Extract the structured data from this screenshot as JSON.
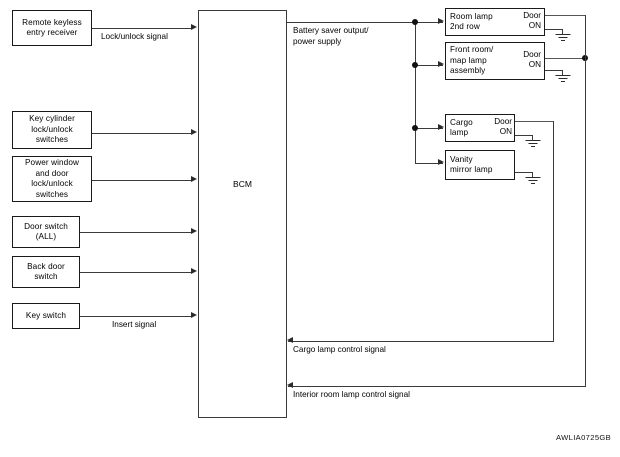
{
  "figure": {
    "code": "AWLIA0725GB",
    "controller": {
      "label": "BCM"
    }
  },
  "inputs": [
    {
      "name": "remote-keyless-entry-receiver",
      "label": "Remote keyless\nentry receiver",
      "signal": "Lock/unlock signal"
    },
    {
      "name": "key-cylinder-lock-unlock-switches",
      "label": "Key cylinder\nlock/unlock\nswitches",
      "signal": ""
    },
    {
      "name": "power-window-and-door-lock-unlock-switches",
      "label": "Power window\nand door\nlock/unlock\nswitches",
      "signal": ""
    },
    {
      "name": "door-switch-all",
      "label": "Door switch\n(ALL)",
      "signal": ""
    },
    {
      "name": "back-door-switch",
      "label": "Back door\nswitch",
      "signal": ""
    },
    {
      "name": "key-switch",
      "label": "Key switch",
      "signal": "Insert signal"
    }
  ],
  "outputs": {
    "power_supply_label": "Battery saver output/\npower supply",
    "lamps": [
      {
        "name": "room-lamp-2nd-row",
        "label": "Room lamp\n2nd row",
        "switch_top": "Door",
        "switch_bottom": "ON"
      },
      {
        "name": "front-room-map-lamp-assembly",
        "label": "Front room/\nmap lamp\nassembly",
        "switch_top": "Door",
        "switch_bottom": "ON"
      },
      {
        "name": "cargo-lamp",
        "label": "Cargo\nlamp",
        "switch_top": "Door",
        "switch_bottom": "ON"
      },
      {
        "name": "vanity-mirror-lamp",
        "label": "Vanity\nmirror lamp",
        "switch_top": "",
        "switch_bottom": ""
      }
    ]
  },
  "feedback_signals": [
    {
      "name": "cargo-lamp-control-signal",
      "label": "Cargo lamp control signal"
    },
    {
      "name": "interior-room-lamp-control-signal",
      "label": "Interior room lamp control signal"
    }
  ]
}
